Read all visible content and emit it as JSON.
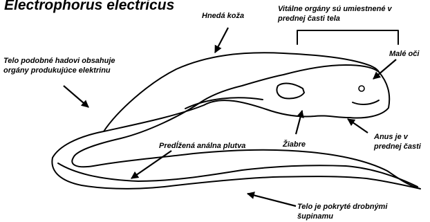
{
  "title": "Electrophorus electricus",
  "labels": {
    "skin": "Hnedá koža",
    "vital_organs_1": "Vitálne orgány sú umiestnené v",
    "vital_organs_2": "prednej časti tela",
    "body_organs_1": "Telo podobné hadovi obsahuje",
    "body_organs_2": "orgány produkujúce elektrinu",
    "eyes": "Malé oči",
    "anal_fin": "Predĺžená análna plutva",
    "gills": "Žiabre",
    "anus_1": "Anus je v",
    "anus_2": "prednej časti",
    "scales_1": "Telo je pokryté drobnými",
    "scales_2": "šupinamu"
  }
}
